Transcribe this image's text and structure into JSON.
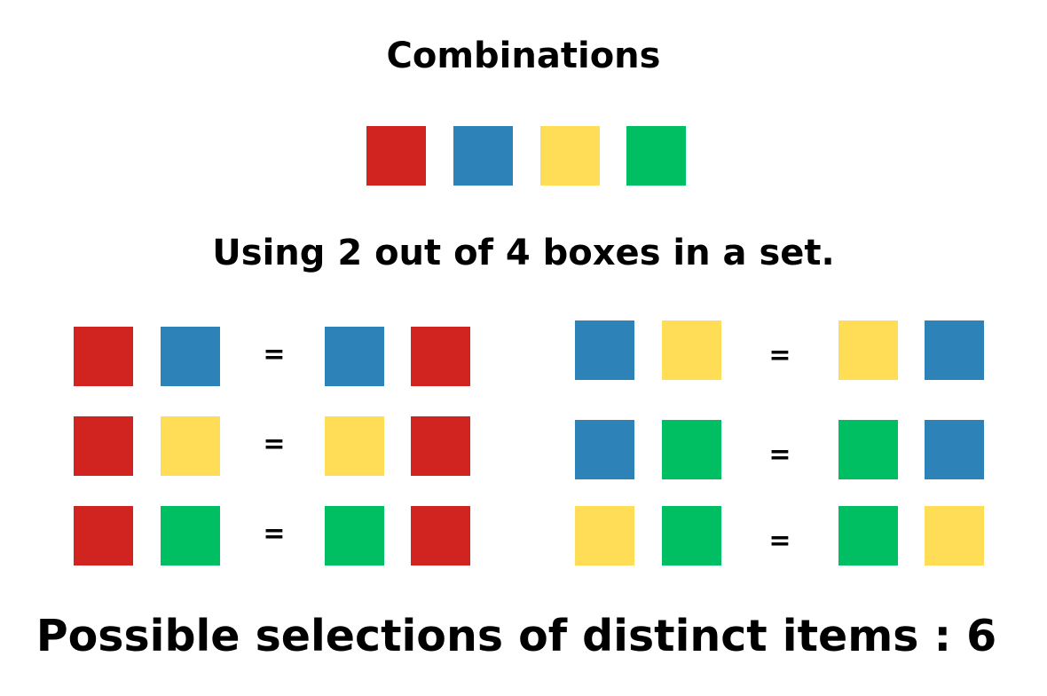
{
  "title": "Combinations",
  "subtitle": "Using 2 out of 4 boxes in a set.",
  "footer": "Possible selections of distinct items : 6",
  "colors": {
    "red": "#D12420",
    "blue": "#2D83B8",
    "yellow": "#FFDD57",
    "green": "#00BF63"
  },
  "items": [
    "red",
    "blue",
    "yellow",
    "green"
  ],
  "equals_sign": "=",
  "pairs": [
    {
      "left": [
        "red",
        "blue"
      ],
      "right": [
        "blue",
        "red"
      ]
    },
    {
      "left": [
        "red",
        "yellow"
      ],
      "right": [
        "yellow",
        "red"
      ]
    },
    {
      "left": [
        "red",
        "green"
      ],
      "right": [
        "green",
        "red"
      ]
    },
    {
      "left": [
        "blue",
        "yellow"
      ],
      "right": [
        "yellow",
        "blue"
      ]
    },
    {
      "left": [
        "blue",
        "green"
      ],
      "right": [
        "green",
        "blue"
      ]
    },
    {
      "left": [
        "yellow",
        "green"
      ],
      "right": [
        "green",
        "yellow"
      ]
    }
  ]
}
